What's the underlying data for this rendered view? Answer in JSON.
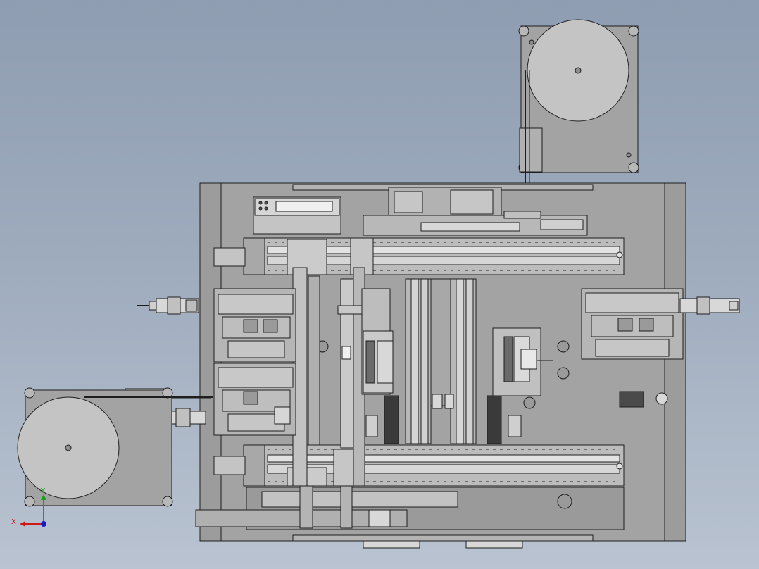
{
  "viewport": {
    "background_top": "#8f9db2",
    "background_bottom": "#b9c3d1"
  },
  "colors": {
    "plate": "#a3a3a3",
    "plate_dark": "#8e8e8e",
    "part_light": "#c8c8c8",
    "rail": "#d4d4d4",
    "line": "#1e1e1e",
    "accent_dark": "#3a3a3a"
  },
  "components": {
    "reel_top_right": "feed-reel",
    "reel_bottom_left": "feed-reel",
    "main_frame": "base-plate",
    "upper_linear_rail": "linear-module",
    "lower_linear_rail": "linear-module",
    "left_cylinder_upper": "pneumatic-cylinder",
    "left_cylinder_lower": "pneumatic-cylinder",
    "right_cylinder": "pneumatic-cylinder",
    "display_panel": "hmi-display"
  },
  "triad": {
    "x_label": "X",
    "y_label": "Y",
    "x_color": "#d01818",
    "y_color": "#18a018",
    "z_color": "#1818d0"
  }
}
